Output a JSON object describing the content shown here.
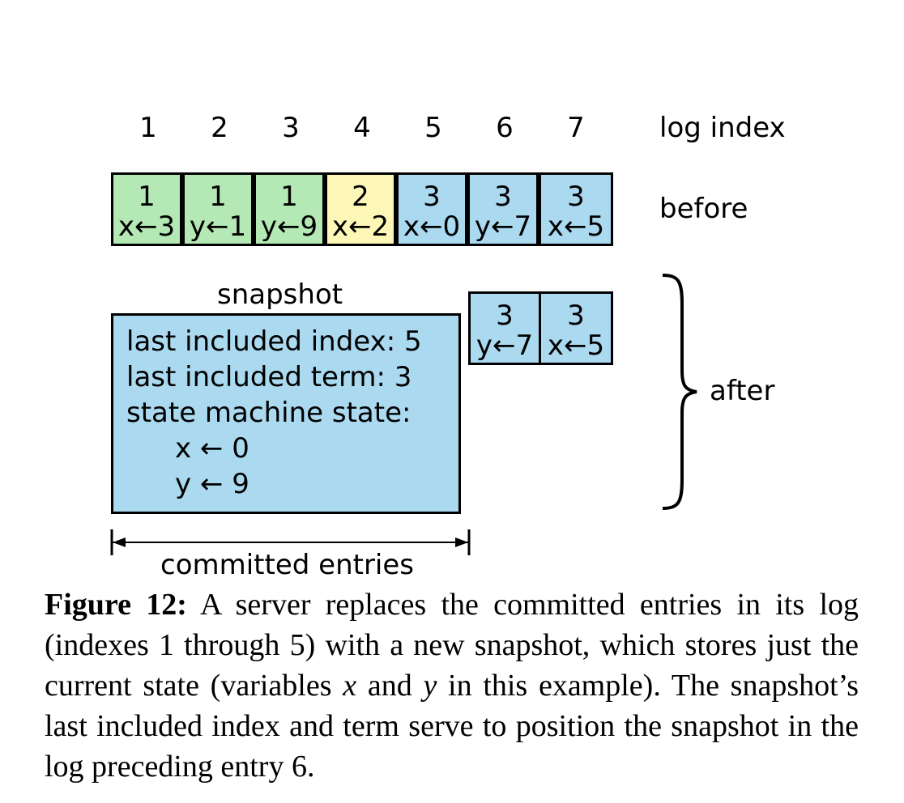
{
  "index_row": {
    "indices": [
      "1",
      "2",
      "3",
      "4",
      "5",
      "6",
      "7"
    ],
    "label": "log index"
  },
  "before_row": {
    "label": "before",
    "entries": [
      {
        "term": "1",
        "cmd": "x←3",
        "color": "#b4e8b4"
      },
      {
        "term": "1",
        "cmd": "y←1",
        "color": "#b4e8b4"
      },
      {
        "term": "1",
        "cmd": "y←9",
        "color": "#b4e8b4"
      },
      {
        "term": "2",
        "cmd": "x←2",
        "color": "#fdf7b7"
      },
      {
        "term": "3",
        "cmd": "x←0",
        "color": "#aad9f0"
      },
      {
        "term": "3",
        "cmd": "y←7",
        "color": "#aad9f0"
      },
      {
        "term": "3",
        "cmd": "x←5",
        "color": "#aad9f0"
      }
    ]
  },
  "after_row": {
    "label": "after",
    "snapshot_title": "snapshot",
    "snapshot_lines": [
      "last included index: 5",
      "last included term: 3",
      "state machine state:",
      "x ← 0",
      "y ← 9"
    ],
    "entries": [
      {
        "term": "3",
        "cmd": "y←7"
      },
      {
        "term": "3",
        "cmd": "x←5"
      }
    ],
    "committed_label": "committed entries"
  },
  "caption": {
    "label": "Figure 12:",
    "text_1": " A server replaces the committed entries in its log (indexes 1 through 5) with a new snapshot, which stores just the current state (variables ",
    "var_x": "x",
    "text_2": " and ",
    "var_y": "y",
    "text_3": " in this example). The snapshot’s last included index and term serve to position the snapshot in the log preceding entry 6."
  }
}
